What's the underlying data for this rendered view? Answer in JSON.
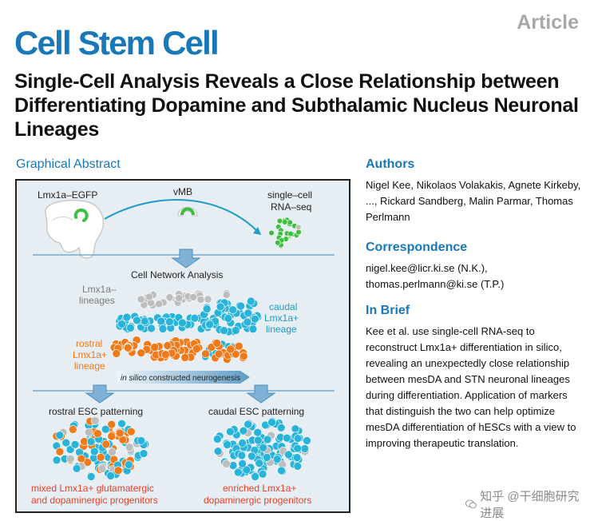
{
  "header": {
    "article_type": "Article",
    "journal": "Cell Stem Cell",
    "title": "Single-Cell Analysis Reveals a Close Relationship between Differentiating Dopamine and Subthalamic Nucleus Neuronal Lineages"
  },
  "graphical_abstract": {
    "heading": "Graphical Abstract",
    "labels": {
      "lmx1a_egfp": "Lmx1a–EGFP",
      "vmb": "vMB",
      "single_cell": "single–cell",
      "rna_seq": "RNA–seq",
      "cell_network": "Cell Network Analysis",
      "lmx1a_minus_1": "Lmx1a–",
      "lmx1a_minus_2": "lineages",
      "caudal_1": "caudal",
      "caudal_2": "Lmx1a+",
      "caudal_3": "lineage",
      "rostral_1": "rostral",
      "rostral_2": "Lmx1a+",
      "rostral_3": "lineage",
      "in_silico": "in silico",
      "in_silico_rest": " constructed neurogenesis",
      "rostral_esc": "rostral ESC patterning",
      "caudal_esc": "caudal ESC patterning",
      "mixed_1": "mixed Lmx1a+ glutamatergic",
      "mixed_2": "and dopaminergic progenitors",
      "enriched_1": "enriched Lmx1a+",
      "enriched_2": "dopaminergic progenitors"
    },
    "colors": {
      "cyan": "#29b3d9",
      "orange": "#ee7a1a",
      "gray": "#bdbdbd",
      "green": "#3fbf3f",
      "blue_accent": "#1878b8",
      "red_label": "#e8402a",
      "orange_label": "#ee7a1a",
      "teal_label": "#1e9cc4"
    }
  },
  "authors": {
    "heading": "Authors",
    "text": "Nigel Kee, Nikolaos Volakakis, Agnete Kirkeby, ..., Rickard Sandberg, Malin Parmar, Thomas Perlmann"
  },
  "correspondence": {
    "heading": "Correspondence",
    "line1": "nigel.kee@licr.ki.se (N.K.),",
    "line2": "thomas.perlmann@ki.se (T.P.)"
  },
  "in_brief": {
    "heading": "In Brief",
    "text": "Kee et al. use single-cell RNA-seq to reconstruct Lmx1a+ differentiation in silico, revealing an unexpectedly close relationship between mesDA and STN neuronal lineages during differentiation. Application of markers that distinguish the two can help optimize mesDA differentiation of hESCs with a view to improving therapeutic translation."
  },
  "watermark": {
    "text": "知乎 @干细胞研究进展",
    "icon": "wechat-logo-icon"
  }
}
